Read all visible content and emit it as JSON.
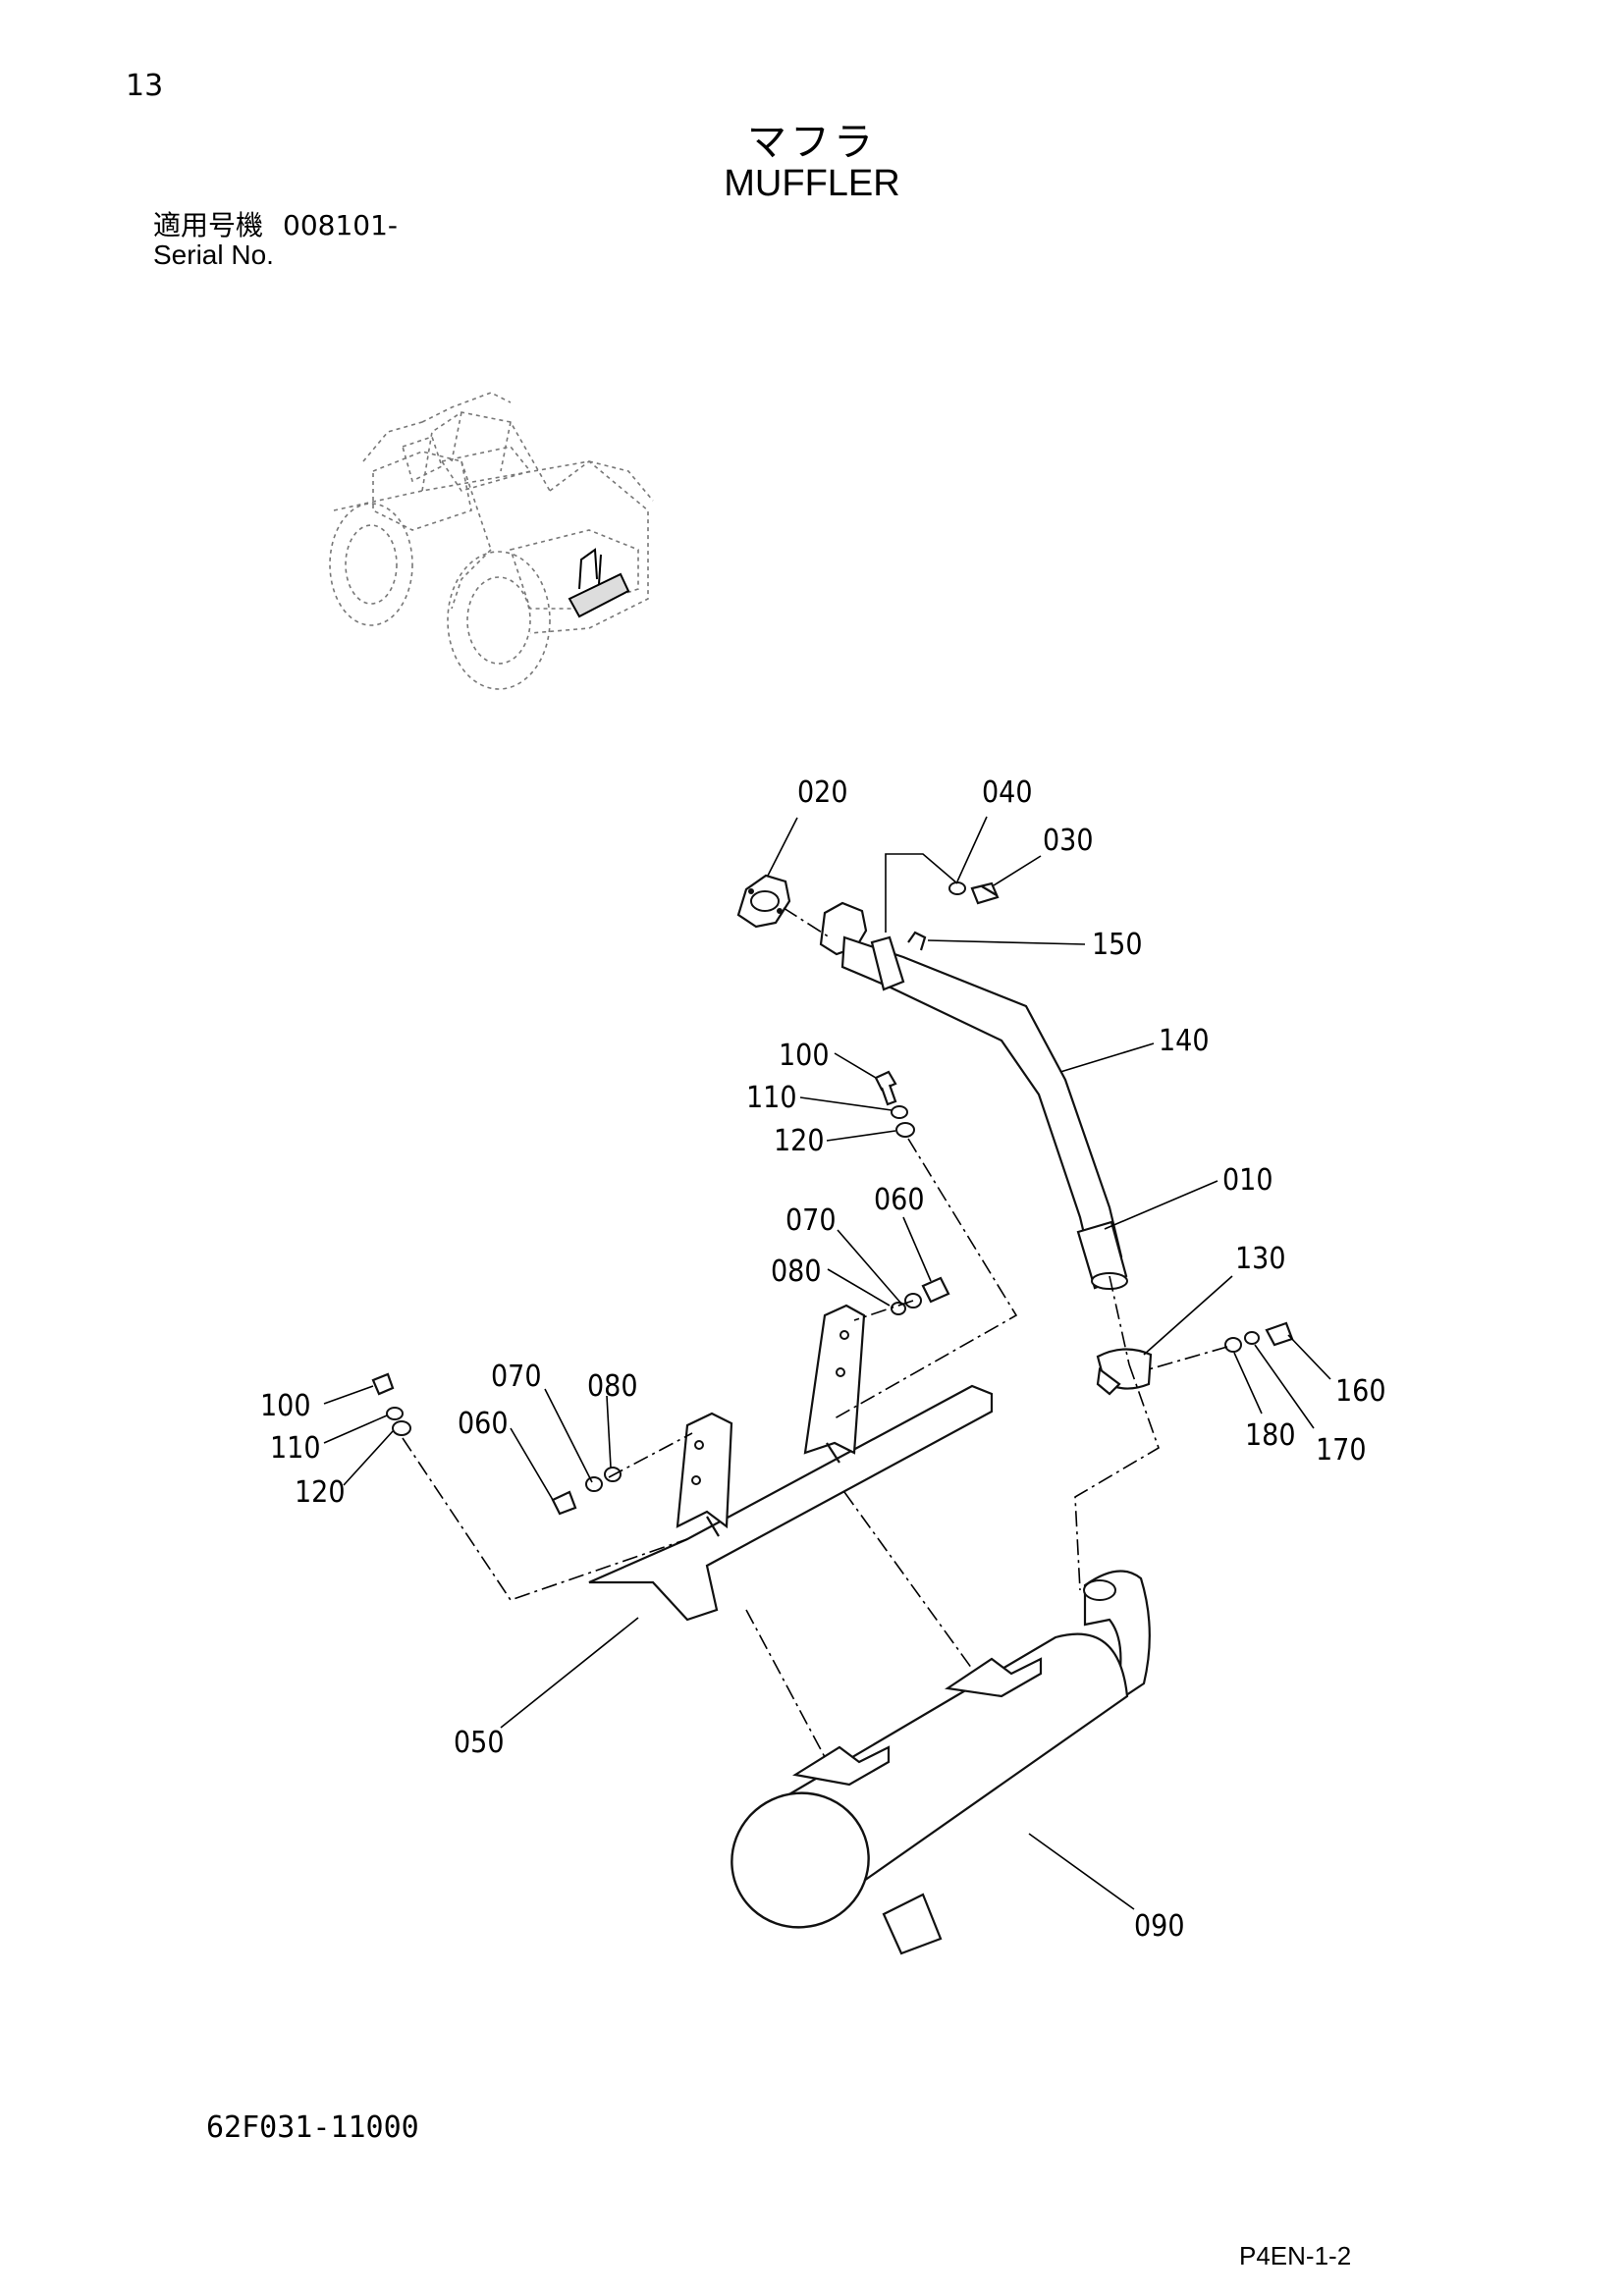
{
  "page_number": "13",
  "title_ja": "マフラ",
  "title_en": "MUFFLER",
  "serial": {
    "label_ja": "適用号機",
    "value": "008101-",
    "label_en": "Serial No."
  },
  "callouts": [
    {
      "code": "020"
    },
    {
      "code": "040"
    },
    {
      "code": "030"
    },
    {
      "code": "150"
    },
    {
      "code": "140"
    },
    {
      "code": "100"
    },
    {
      "code": "110"
    },
    {
      "code": "120"
    },
    {
      "code": "070"
    },
    {
      "code": "060"
    },
    {
      "code": "080"
    },
    {
      "code": "010"
    },
    {
      "code": "130"
    },
    {
      "code": "160"
    },
    {
      "code": "180"
    },
    {
      "code": "170"
    },
    {
      "code": "100"
    },
    {
      "code": "110"
    },
    {
      "code": "120"
    },
    {
      "code": "070"
    },
    {
      "code": "080"
    },
    {
      "code": "060"
    },
    {
      "code": "050"
    },
    {
      "code": "090"
    }
  ],
  "part_number": "62F031-11000",
  "page_code": "P4EN-1-2"
}
